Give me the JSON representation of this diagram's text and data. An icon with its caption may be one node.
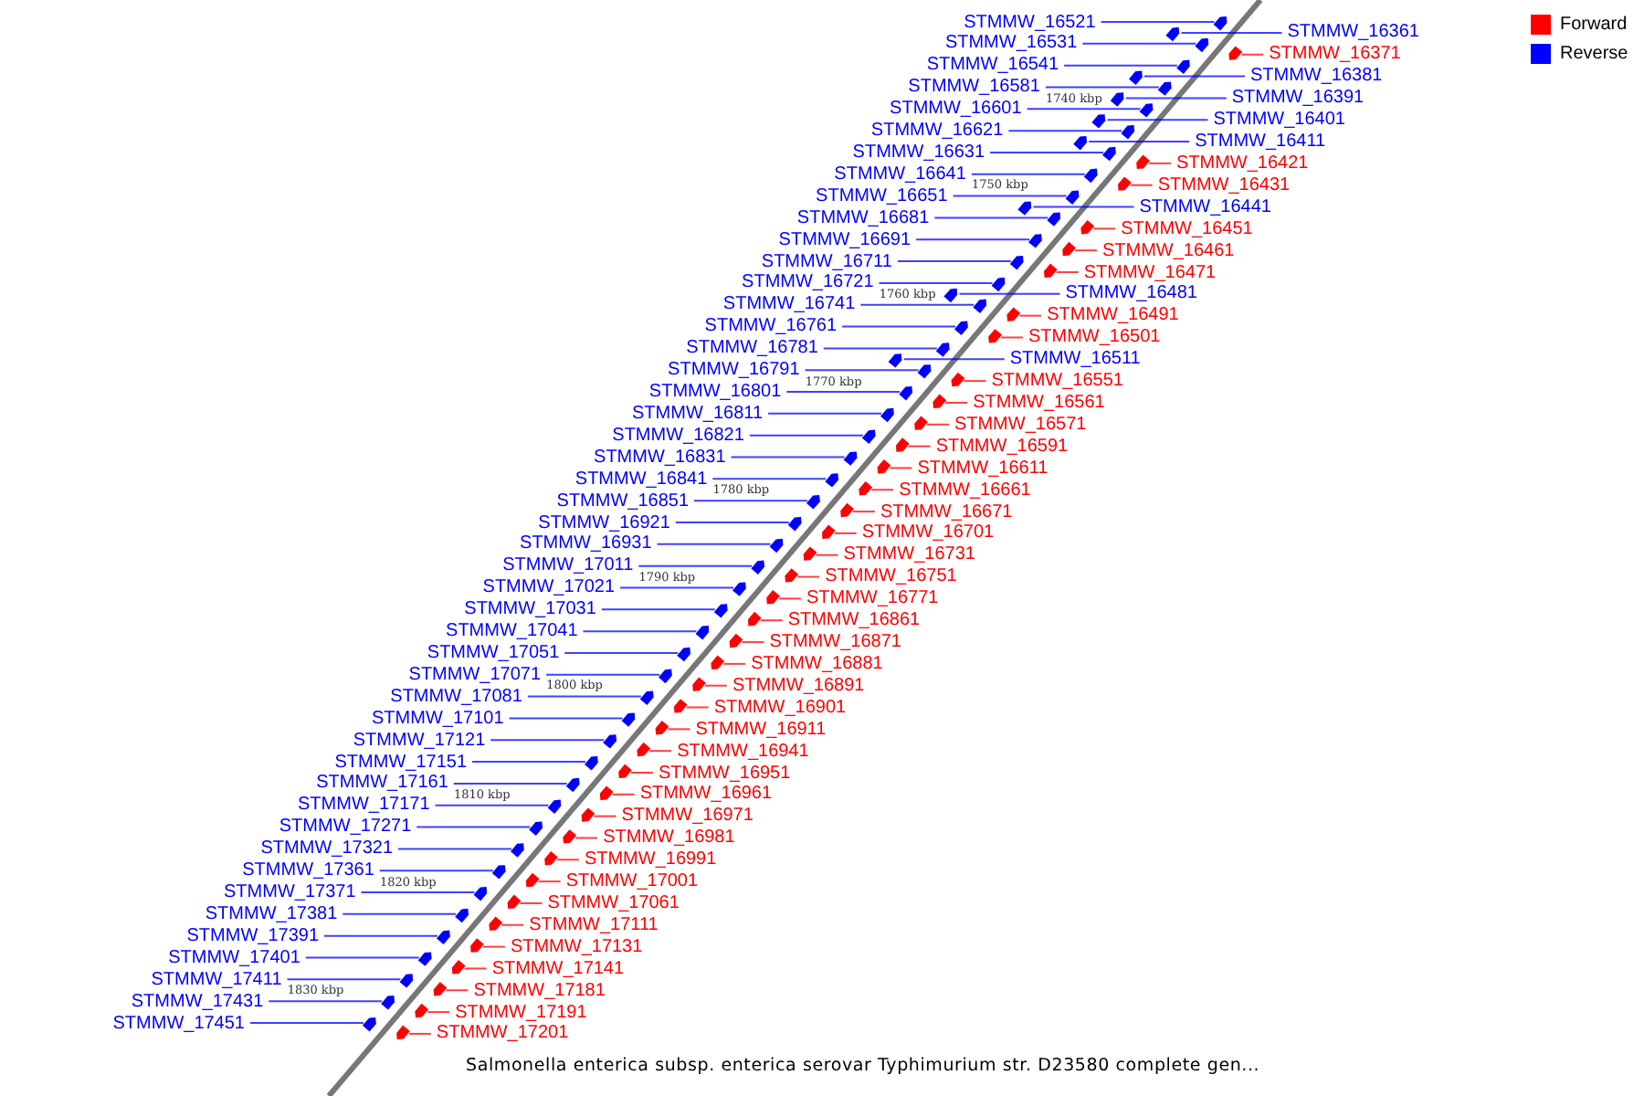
{
  "diagram": {
    "caption": "Salmonella enterica subsp. enterica serovar Typhimurium str. D23580 complete gen...",
    "nodes": [
      {
        "text": [
          "STMMW_16361"
        ]
      },
      {
        "text": [
          "STMMW_16371"
        ]
      },
      {
        "text": [
          "STMMW_16381"
        ]
      },
      {
        "text": [
          "STMMW_16391"
        ]
      },
      {
        "text": [
          "STMMW_16401"
        ]
      },
      {
        "text": [
          "STMMW_16411"
        ]
      },
      {
        "text": [
          "STMMW_16421"
        ]
      },
      {
        "text": [
          "STMMW_16431"
        ]
      },
      {
        "text": [
          "STMMW_16441"
        ]
      },
      {
        "text": [
          "STMMW_16451"
        ]
      },
      {
        "text": [
          "STMMW_16461"
        ]
      },
      {
        "text": [
          "STMMW_16471"
        ]
      },
      {
        "text": [
          "STMMW_16481"
        ]
      },
      {
        "text": [
          "STMMW_16491"
        ]
      },
      {
        "text": [
          "STMMW_16501"
        ]
      },
      {
        "text": [
          "STMMW_16511"
        ]
      },
      {
        "text": [
          "STMMW_16521"
        ]
      },
      {
        "text": [
          "STMMW_16531"
        ]
      },
      {
        "text": [
          "STMMW_16541"
        ]
      },
      {
        "text": [
          "STMMW_16551"
        ]
      },
      {
        "text": [
          "STMMW_16561"
        ]
      },
      {
        "text": [
          "STMMW_16571"
        ]
      },
      {
        "text": [
          "STMMW_16581"
        ]
      },
      {
        "text": [
          "STMMW_16591"
        ]
      },
      {
        "text": [
          "STMMW_16601"
        ]
      },
      {
        "text": [
          "STMMW_16611"
        ]
      },
      {
        "text": [
          "STMMW_16621"
        ]
      },
      {
        "text": [
          "STMMW_16631"
        ]
      },
      {
        "text": [
          "STMMW_16641"
        ]
      },
      {
        "text": [
          "STMMW_16651"
        ]
      },
      {
        "text": [
          "STMMW_16661"
        ]
      },
      {
        "text": [
          "STMMW_16671"
        ]
      },
      {
        "text": [
          "STMMW_16681"
        ]
      },
      {
        "text": [
          "STMMW_16691"
        ]
      },
      {
        "text": [
          "STMMW_16701"
        ]
      },
      {
        "text": [
          "STMMW_16711"
        ]
      },
      {
        "text": [
          "STMMW_16721"
        ]
      },
      {
        "text": [
          "STMMW_16731"
        ]
      },
      {
        "text": [
          "STMMW_16741"
        ]
      },
      {
        "text": [
          "STMMW_16751"
        ]
      },
      {
        "text": [
          "STMMW_16761"
        ]
      },
      {
        "text": [
          "STMMW_16771"
        ]
      },
      {
        "text": [
          "STMMW_16781"
        ]
      },
      {
        "text": [
          "STMMW_16791"
        ]
      },
      {
        "text": [
          "STMMW_16801"
        ]
      },
      {
        "text": [
          "STMMW_16811"
        ]
      },
      {
        "text": [
          "STMMW_16821"
        ]
      },
      {
        "text": [
          "STMMW_16831"
        ]
      },
      {
        "text": [
          "STMMW_16841"
        ]
      },
      {
        "text": [
          "STMMW_16851"
        ]
      },
      {
        "text": [
          "STMMW_16861"
        ]
      },
      {
        "text": [
          "STMMW_16871"
        ]
      },
      {
        "text": [
          "STMMW_16881"
        ]
      },
      {
        "text": [
          "STMMW_16891"
        ]
      },
      {
        "text": [
          "STMMW_16901"
        ]
      },
      {
        "text": [
          "STMMW_16911"
        ]
      },
      {
        "text": [
          "STMMW_16921"
        ]
      },
      {
        "text": [
          "STMMW_16931"
        ]
      },
      {
        "text": [
          "STMMW_16941"
        ]
      },
      {
        "text": [
          "STMMW_16951"
        ]
      },
      {
        "text": [
          "STMMW_16961"
        ]
      },
      {
        "text": [
          "STMMW_16971"
        ]
      },
      {
        "text": [
          "STMMW_16981"
        ]
      },
      {
        "text": [
          "STMMW_16991"
        ]
      },
      {
        "text": [
          "STMMW_17001"
        ]
      },
      {
        "text": [
          "STMMW_17011"
        ]
      },
      {
        "text": [
          "STMMW_17021"
        ]
      },
      {
        "text": [
          "STMMW_17031"
        ]
      },
      {
        "text": [
          "STMMW_17041"
        ]
      },
      {
        "text": [
          "STMMW_17051"
        ]
      },
      {
        "text": [
          "STMMW_17061"
        ]
      },
      {
        "text": [
          "STMMW_17071"
        ]
      },
      {
        "text": [
          "STMMW_17081"
        ]
      },
      {
        "text": [
          "STMMW_17101"
        ]
      },
      {
        "text": [
          "STMMW_17111"
        ]
      },
      {
        "text": [
          "STMMW_17121"
        ]
      },
      {
        "text": [
          "STMMW_17131"
        ]
      },
      {
        "text": [
          "STMMW_17141"
        ]
      },
      {
        "text": [
          "STMMW_17151"
        ]
      },
      {
        "text": [
          "STMMW_17161"
        ]
      },
      {
        "text": [
          "STMMW_17171"
        ]
      },
      {
        "text": [
          "STMMW_17181"
        ]
      },
      {
        "text": [
          "STMMW_17191"
        ]
      },
      {
        "text": [
          "STMMW_17201"
        ]
      },
      {
        "text": [
          "STMMW_17271"
        ]
      },
      {
        "text": [
          "STMMW_17321"
        ]
      },
      {
        "text": [
          "STMMW_17361"
        ]
      },
      {
        "text": [
          "STMMW_17371"
        ]
      },
      {
        "text": [
          "STMMW_17381"
        ]
      },
      {
        "text": [
          "STMMW_17391"
        ]
      },
      {
        "text": [
          "STMMW_17401"
        ]
      },
      {
        "text": [
          "STMMW_17411"
        ]
      },
      {
        "text": [
          "STMMW_17431"
        ]
      },
      {
        "text": [
          "STMMW_17451"
        ]
      },
      {
        "text": [],
        "shape": "pentagon"
      },
      {
        "text": [],
        "shape": "pentagon"
      },
      {
        "text": [],
        "shape": "pentagon"
      },
      {
        "text": [],
        "shape": "pentagon"
      },
      {
        "text": [],
        "shape": "pentagon"
      },
      {
        "text": [],
        "shape": "pentagon"
      },
      {
        "text": [],
        "shape": "pentagon"
      },
      {
        "text": [],
        "shape": "pentagon"
      },
      {
        "text": [],
        "shape": "pentagon"
      },
      {
        "text": [],
        "shape": "pentagon"
      },
      {
        "text": [],
        "shape": "pentagon"
      },
      {
        "text": [],
        "shape": "pentagon"
      },
      {
        "text": [],
        "shape": "pentagon"
      },
      {
        "text": [],
        "shape": "pentagon"
      },
      {
        "text": [],
        "shape": "pentagon"
      },
      {
        "text": [],
        "shape": "pentagon"
      },
      {
        "text": [],
        "shape": "pentagon"
      },
      {
        "text": [],
        "shape": "pentagon"
      },
      {
        "text": [],
        "shape": "pentagon"
      },
      {
        "text": [],
        "shape": "pentagon"
      },
      {
        "text": [],
        "shape": "pentagon"
      },
      {
        "text": [],
        "shape": "pentagon"
      },
      {
        "text": [],
        "shape": "pentagon"
      },
      {
        "text": [],
        "shape": "pentagon"
      },
      {
        "text": [],
        "shape": "pentagon"
      },
      {
        "text": [],
        "shape": "pentagon"
      },
      {
        "text": [],
        "shape": "pentagon"
      },
      {
        "text": [],
        "shape": "pentagon"
      },
      {
        "text": [],
        "shape": "pentagon"
      },
      {
        "text": [],
        "shape": "pentagon"
      },
      {
        "text": [],
        "shape": "pentagon"
      },
      {
        "text": [],
        "shape": "pentagon"
      },
      {
        "text": [],
        "shape": "pentagon"
      },
      {
        "text": [],
        "shape": "pentagon"
      },
      {
        "text": [],
        "shape": "pentagon"
      },
      {
        "text": [],
        "shape": "pentagon"
      },
      {
        "text": [],
        "shape": "pentagon"
      },
      {
        "text": [],
        "shape": "pentagon"
      },
      {
        "text": [],
        "shape": "pentagon"
      },
      {
        "text": [],
        "shape": "pentagon"
      },
      {
        "text": [],
        "shape": "pentagon"
      },
      {
        "text": [],
        "shape": "pentagon"
      },
      {
        "text": [],
        "shape": "pentagon"
      },
      {
        "text": [],
        "shape": "pentagon"
      },
      {
        "text": [],
        "shape": "pentagon"
      },
      {
        "text": [],
        "shape": "pentagon"
      },
      {
        "text": [],
        "shape": "pentagon"
      },
      {
        "text": [],
        "shape": "pentagon"
      },
      {
        "text": [],
        "shape": "pentagon"
      },
      {
        "text": [],
        "shape": "pentagon"
      },
      {
        "text": [],
        "shape": "pentagon"
      },
      {
        "text": [],
        "shape": "pentagon"
      },
      {
        "text": [],
        "shape": "pentagon"
      },
      {
        "text": [],
        "shape": "pentagon"
      },
      {
        "text": [],
        "shape": "pentagon"
      },
      {
        "text": [],
        "shape": "pentagon"
      },
      {
        "text": [],
        "shape": "pentagon"
      },
      {
        "text": [],
        "shape": "pentagon"
      },
      {
        "text": [],
        "shape": "pentagon"
      },
      {
        "text": [],
        "shape": "pentagon"
      },
      {
        "text": [],
        "shape": "pentagon"
      },
      {
        "text": [],
        "shape": "pentagon"
      },
      {
        "text": [],
        "shape": "pentagon"
      },
      {
        "text": [],
        "shape": "pentagon"
      },
      {
        "text": [],
        "shape": "pentagon"
      },
      {
        "text": [],
        "shape": "pentagon"
      },
      {
        "text": [],
        "shape": "pentagon"
      },
      {
        "text": [],
        "shape": "pentagon"
      },
      {
        "text": [],
        "shape": "pentagon"
      },
      {
        "text": [],
        "shape": "pentagon"
      },
      {
        "text": [],
        "shape": "pentagon"
      },
      {
        "text": [],
        "shape": "pentagon"
      },
      {
        "text": [],
        "shape": "pentagon"
      },
      {
        "text": [],
        "shape": "pentagon"
      },
      {
        "text": [],
        "shape": "pentagon"
      },
      {
        "text": [],
        "shape": "pentagon"
      },
      {
        "text": [],
        "shape": "pentagon"
      },
      {
        "text": [],
        "shape": "pentagon"
      },
      {
        "text": [],
        "shape": "pentagon"
      },
      {
        "text": [],
        "shape": "pentagon"
      },
      {
        "text": [],
        "shape": "pentagon"
      },
      {
        "text": [],
        "shape": "pentagon"
      },
      {
        "text": [],
        "shape": "pentagon"
      },
      {
        "text": [],
        "shape": "pentagon"
      },
      {
        "text": [],
        "shape": "pentagon"
      },
      {
        "text": [],
        "shape": "pentagon"
      },
      {
        "text": [],
        "shape": "pentagon"
      },
      {
        "text": [],
        "shape": "pentagon"
      },
      {
        "text": [],
        "shape": "pentagon"
      },
      {
        "text": [],
        "shape": "pentagon"
      },
      {
        "text": [],
        "shape": "pentagon"
      },
      {
        "text": [],
        "shape": "pentagon"
      },
      {
        "text": [],
        "shape": "pentagon"
      },
      {
        "text": [],
        "shape": "pentagon"
      }
    ],
    "edges": [
      {
        "from": 0,
        "to": 94,
        "arrow": "none"
      },
      {
        "from": 1,
        "to": 95,
        "arrow": "none",
        "color": "#ff0000"
      },
      {
        "from": 2,
        "to": 96,
        "arrow": "none"
      },
      {
        "from": 3,
        "to": 97,
        "arrow": "none"
      },
      {
        "from": 4,
        "to": 98,
        "arrow": "none"
      },
      {
        "from": 5,
        "to": 99,
        "arrow": "none"
      },
      {
        "from": 6,
        "to": 100,
        "arrow": "none",
        "color": "#ff0000"
      },
      {
        "from": 7,
        "to": 101,
        "arrow": "none",
        "color": "#ff0000"
      },
      {
        "from": 8,
        "to": 102,
        "arrow": "none"
      },
      {
        "from": 9,
        "to": 103,
        "arrow": "none",
        "color": "#ff0000"
      },
      {
        "from": 10,
        "to": 104,
        "arrow": "none",
        "color": "#ff0000"
      },
      {
        "from": 11,
        "to": 105,
        "arrow": "none",
        "color": "#ff0000"
      },
      {
        "from": 12,
        "to": 106,
        "arrow": "none"
      },
      {
        "from": 13,
        "to": 107,
        "arrow": "none",
        "color": "#ff0000"
      },
      {
        "from": 14,
        "to": 108,
        "arrow": "none",
        "color": "#ff0000"
      },
      {
        "from": 15,
        "to": 109,
        "arrow": "none"
      },
      {
        "from": 16,
        "to": 110,
        "arrow": "none"
      },
      {
        "from": 17,
        "to": 111,
        "arrow": "none"
      },
      {
        "from": 18,
        "to": 112,
        "arrow": "none"
      },
      {
        "from": 19,
        "to": 113,
        "arrow": "none",
        "color": "#ff0000"
      },
      {
        "from": 20,
        "to": 114,
        "arrow": "none",
        "color": "#ff0000"
      },
      {
        "from": 21,
        "to": 115,
        "arrow": "none",
        "color": "#ff0000"
      },
      {
        "from": 22,
        "to": 116,
        "arrow": "none"
      },
      {
        "from": 23,
        "to": 117,
        "arrow": "none",
        "color": "#ff0000"
      },
      {
        "from": 24,
        "to": 118,
        "arrow": "none"
      },
      {
        "from": 25,
        "to": 119,
        "arrow": "none",
        "color": "#ff0000"
      },
      {
        "from": 26,
        "to": 120,
        "arrow": "none"
      },
      {
        "from": 27,
        "to": 121,
        "arrow": "none"
      },
      {
        "from": 28,
        "to": 122,
        "arrow": "none"
      },
      {
        "from": 29,
        "to": 123,
        "arrow": "none"
      },
      {
        "from": 30,
        "to": 124,
        "arrow": "none",
        "color": "#ff0000"
      },
      {
        "from": 31,
        "to": 125,
        "arrow": "none",
        "color": "#ff0000"
      },
      {
        "from": 32,
        "to": 126,
        "arrow": "none"
      },
      {
        "from": 33,
        "to": 127,
        "arrow": "none"
      },
      {
        "from": 34,
        "to": 128,
        "arrow": "none",
        "color": "#ff0000"
      },
      {
        "from": 35,
        "to": 129,
        "arrow": "none"
      },
      {
        "from": 36,
        "to": 130,
        "arrow": "none"
      },
      {
        "from": 37,
        "to": 131,
        "arrow": "none",
        "color": "#ff0000"
      },
      {
        "from": 38,
        "to": 132,
        "arrow": "none"
      },
      {
        "from": 39,
        "to": 133,
        "arrow": "none",
        "color": "#ff0000"
      },
      {
        "from": 40,
        "to": 134,
        "arrow": "none"
      },
      {
        "from": 41,
        "to": 135,
        "arrow": "none",
        "color": "#ff0000"
      },
      {
        "from": 42,
        "to": 136,
        "arrow": "none"
      },
      {
        "from": 43,
        "to": 137,
        "arrow": "none"
      },
      {
        "from": 44,
        "to": 138,
        "arrow": "none"
      },
      {
        "from": 45,
        "to": 139,
        "arrow": "none"
      },
      {
        "from": 46,
        "to": 140,
        "arrow": "none"
      },
      {
        "from": 47,
        "to": 141,
        "arrow": "none"
      },
      {
        "from": 48,
        "to": 142,
        "arrow": "none"
      },
      {
        "from": 49,
        "to": 143,
        "arrow": "none"
      },
      {
        "from": 50,
        "to": 144,
        "arrow": "none",
        "color": "#ff0000"
      },
      {
        "from": 51,
        "to": 145,
        "arrow": "none",
        "color": "#ff0000"
      },
      {
        "from": 52,
        "to": 146,
        "arrow": "none",
        "color": "#ff0000"
      },
      {
        "from": 53,
        "to": 147,
        "arrow": "none",
        "color": "#ff0000"
      },
      {
        "from": 54,
        "to": 148,
        "arrow": "none",
        "color": "#ff0000"
      },
      {
        "from": 55,
        "to": 149,
        "arrow": "none",
        "color": "#ff0000"
      },
      {
        "from": 56,
        "to": 150,
        "arrow": "none"
      },
      {
        "from": 57,
        "to": 151,
        "arrow": "none"
      },
      {
        "from": 58,
        "to": 152,
        "arrow": "none",
        "color": "#ff0000"
      },
      {
        "from": 59,
        "to": 153,
        "arrow": "none",
        "color": "#ff0000"
      },
      {
        "from": 60,
        "to": 154,
        "arrow": "none",
        "color": "#ff0000"
      },
      {
        "from": 61,
        "to": 155,
        "arrow": "none",
        "color": "#ff0000"
      },
      {
        "from": 62,
        "to": 156,
        "arrow": "none",
        "color": "#ff0000"
      },
      {
        "from": 63,
        "to": 157,
        "arrow": "none",
        "color": "#ff0000"
      },
      {
        "from": 64,
        "to": 158,
        "arrow": "none",
        "color": "#ff0000"
      },
      {
        "from": 65,
        "to": 159,
        "arrow": "none"
      },
      {
        "from": 66,
        "to": 160,
        "arrow": "none"
      },
      {
        "from": 67,
        "to": 161,
        "arrow": "none"
      },
      {
        "from": 68,
        "to": 162,
        "arrow": "none"
      },
      {
        "from": 69,
        "to": 163,
        "arrow": "none"
      },
      {
        "from": 70,
        "to": 164,
        "arrow": "none",
        "color": "#ff0000"
      },
      {
        "from": 71,
        "to": 165,
        "arrow": "none"
      },
      {
        "from": 72,
        "to": 166,
        "arrow": "none"
      },
      {
        "from": 73,
        "to": 167,
        "arrow": "none"
      },
      {
        "from": 74,
        "to": 168,
        "arrow": "none",
        "color": "#ff0000"
      },
      {
        "from": 75,
        "to": 169,
        "arrow": "none"
      },
      {
        "from": 76,
        "to": 170,
        "arrow": "none",
        "color": "#ff0000"
      },
      {
        "from": 77,
        "to": 171,
        "arrow": "none",
        "color": "#ff0000"
      },
      {
        "from": 78,
        "to": 172,
        "arrow": "none"
      },
      {
        "from": 79,
        "to": 173,
        "arrow": "none"
      },
      {
        "from": 80,
        "to": 174,
        "arrow": "none"
      },
      {
        "from": 81,
        "to": 175,
        "arrow": "none",
        "color": "#ff0000"
      },
      {
        "from": 82,
        "to": 176,
        "arrow": "none",
        "color": "#ff0000"
      },
      {
        "from": 83,
        "to": 177,
        "arrow": "none",
        "color": "#ff0000"
      },
      {
        "from": 84,
        "to": 178,
        "arrow": "none"
      },
      {
        "from": 85,
        "to": 179,
        "arrow": "none"
      },
      {
        "from": 86,
        "to": 180,
        "arrow": "none"
      },
      {
        "from": 87,
        "to": 181,
        "arrow": "none"
      },
      {
        "from": 88,
        "to": 182,
        "arrow": "none"
      },
      {
        "from": 89,
        "to": 183,
        "arrow": "none"
      },
      {
        "from": 90,
        "to": 184,
        "arrow": "none"
      },
      {
        "from": 91,
        "to": 185,
        "arrow": "none"
      },
      {
        "from": 92,
        "to": 186,
        "arrow": "none"
      },
      {
        "from": 93,
        "to": 187,
        "arrow": "none"
      }
    ],
    "labels": [
      "1740 kbp",
      "1750 kbp",
      "1760 kbp",
      "1770 kbp",
      "1780 kbp",
      "1790 kbp",
      "1800 kbp",
      "1810 kbp",
      "1820 kbp",
      "1830 kbp"
    ],
    "legend": [
      {
        "text": "Forward",
        "color": "#ff0000"
      },
      {
        "text": "Reverse",
        "color": "#0000ff"
      }
    ]
  }
}
